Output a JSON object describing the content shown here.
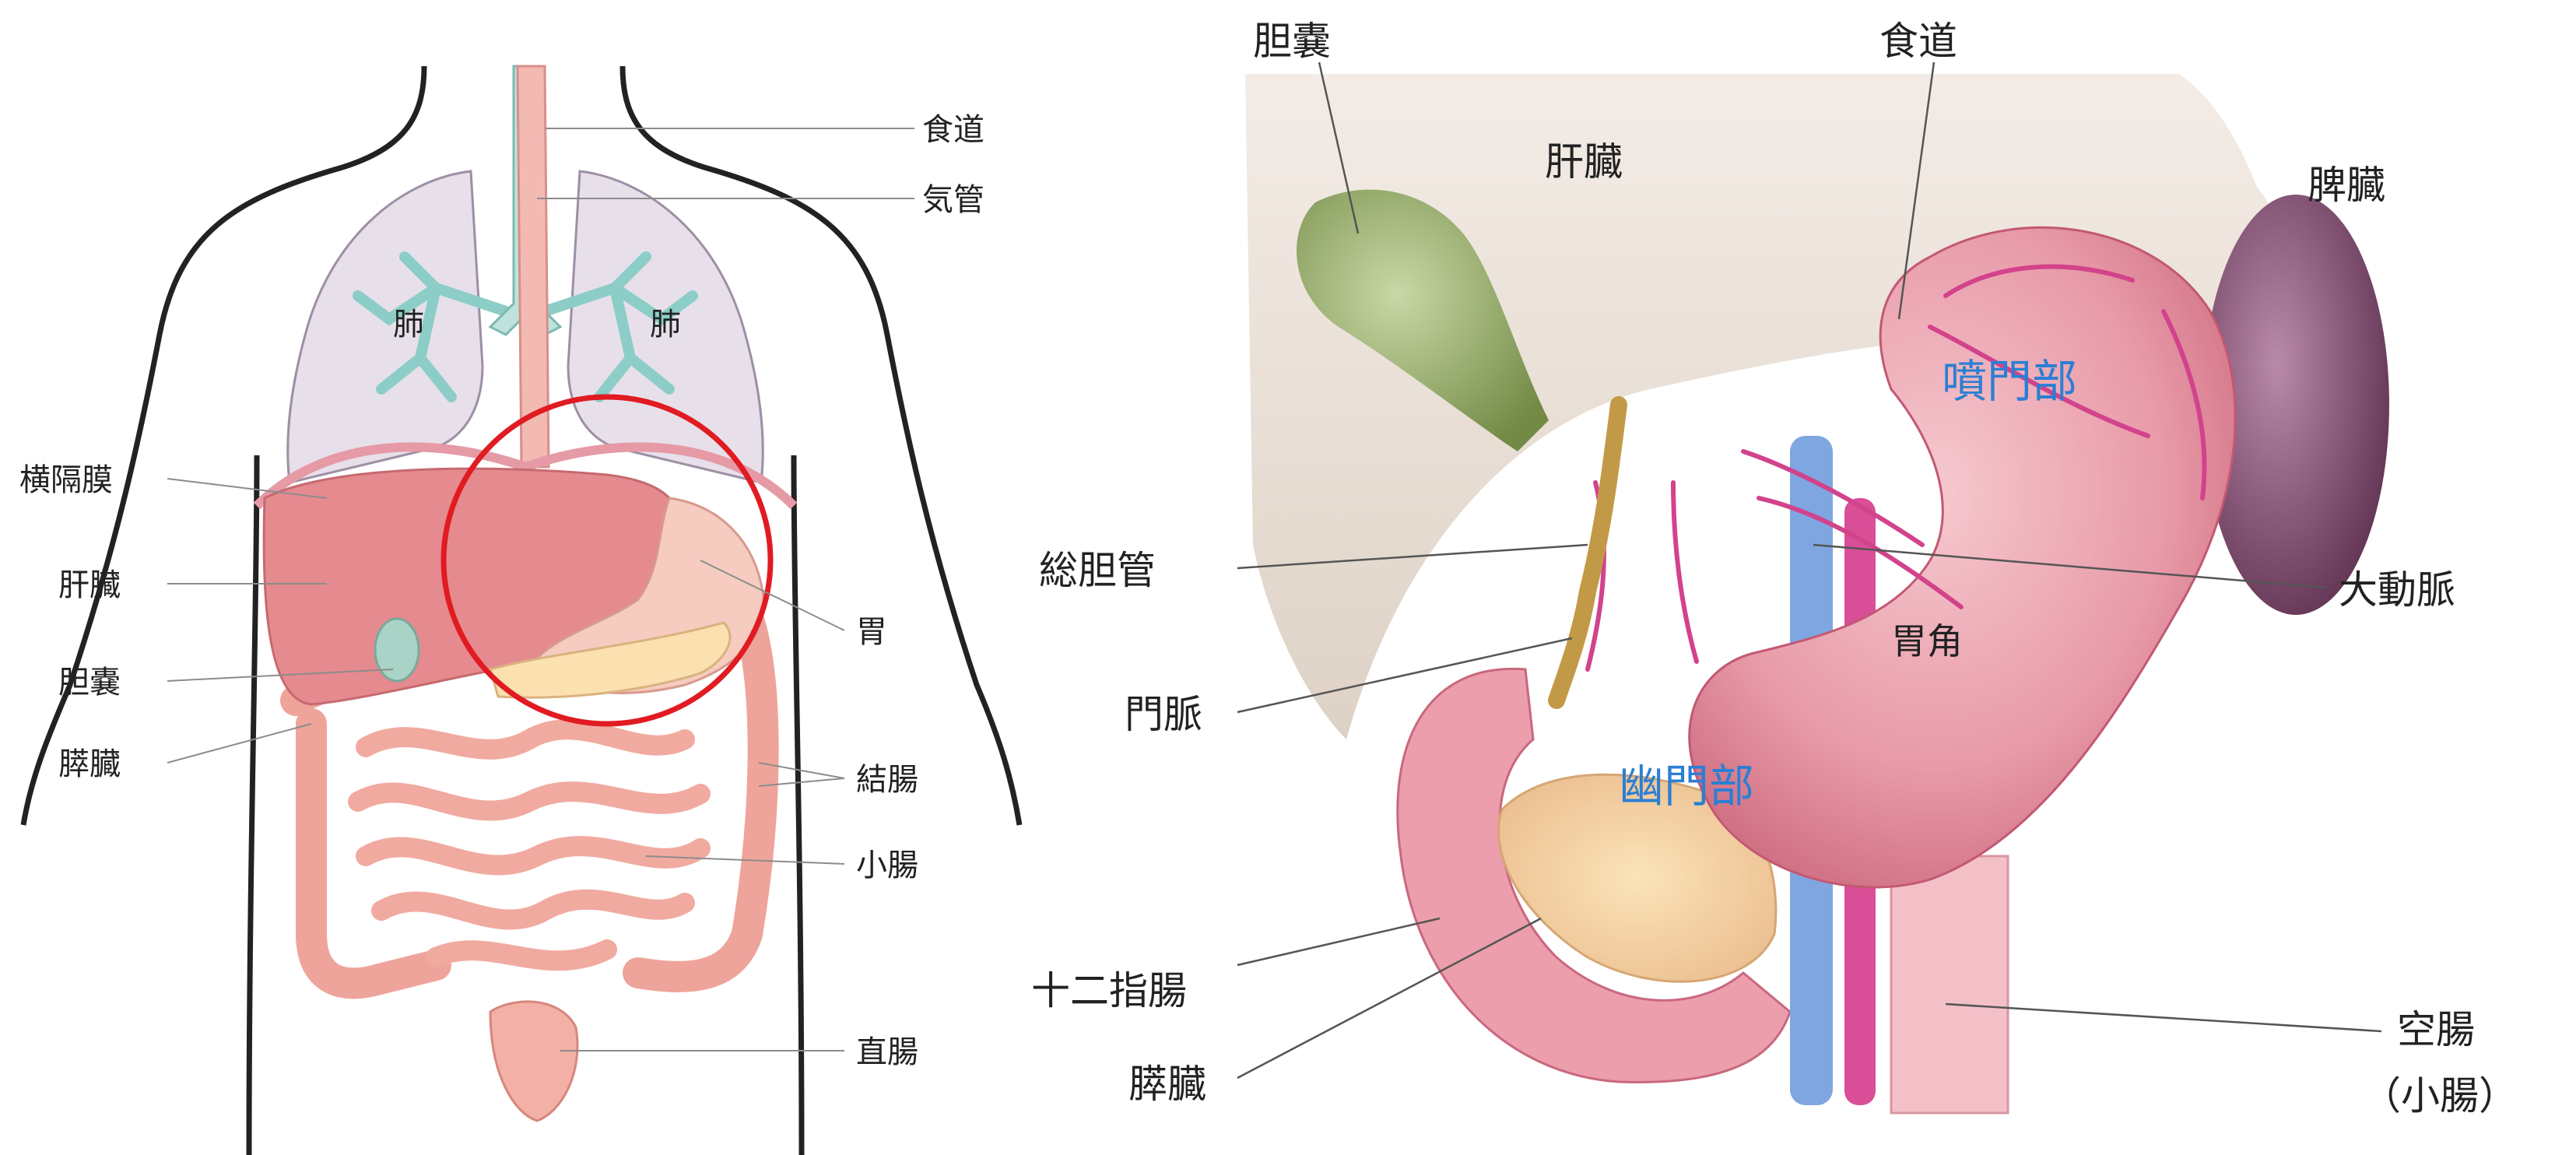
{
  "left_diagram": {
    "labels": {
      "esophagus": "食道",
      "trachea": "気管",
      "lung_left": "肺",
      "lung_right": "肺",
      "diaphragm": "横隔膜",
      "liver": "肝臓",
      "gallbladder": "胆嚢",
      "pancreas": "膵臓",
      "stomach": "胃",
      "colon": "結腸",
      "small_intestine": "小腸",
      "rectum": "直腸"
    },
    "highlight_color": "#e11b22"
  },
  "right_diagram": {
    "labels": {
      "gallbladder": "胆嚢",
      "esophagus": "食道",
      "liver": "肝臓",
      "spleen": "脾臓",
      "cardia": "噴門部",
      "common_bile_duct": "総胆管",
      "aorta": "大動脈",
      "portal_vein": "門脈",
      "angular_incisure": "胃角",
      "pylorus": "幽門部",
      "duodenum": "十二指腸",
      "pancreas": "膵臓",
      "jejunum": "空腸",
      "jejunum_note": "（小腸）"
    },
    "region_label_color": "#2b7fd3"
  }
}
